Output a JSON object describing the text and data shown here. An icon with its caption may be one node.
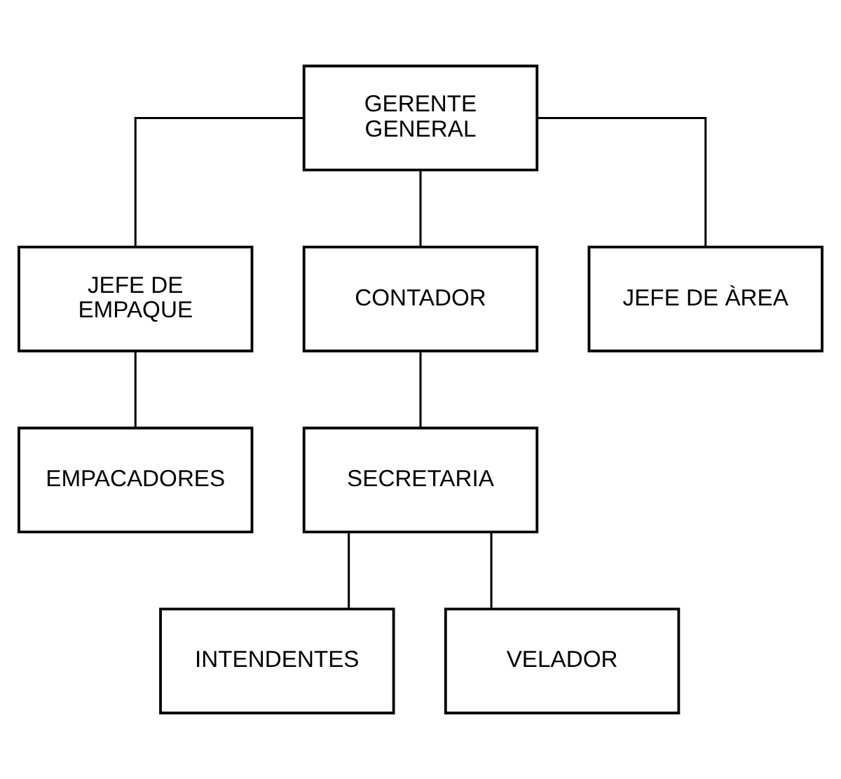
{
  "diagram": {
    "nodes": [
      {
        "text": [
          "GERENTE GENERAL"
        ]
      },
      {
        "text": [
          "JEFE DE EMPAQUE"
        ]
      },
      {
        "text": [
          "CONTADOR"
        ]
      },
      {
        "text": [
          "JEFE DE ÀREA"
        ]
      },
      {
        "text": [
          "EMPACADORES"
        ]
      },
      {
        "text": [
          "SECRETARIA"
        ]
      },
      {
        "text": [
          "INTENDENTES"
        ]
      },
      {
        "text": [
          "VELADOR"
        ]
      }
    ],
    "edges": [
      {
        "from": 0,
        "to": 1,
        "arrow": "none"
      },
      {
        "from": 0,
        "to": 2,
        "arrow": "none"
      },
      {
        "from": 0,
        "to": 3,
        "arrow": "none"
      },
      {
        "from": 1,
        "to": 4,
        "arrow": "none"
      },
      {
        "from": 2,
        "to": 5,
        "arrow": "none"
      },
      {
        "from": 5,
        "to": 6,
        "arrow": "none"
      },
      {
        "from": 5,
        "to": 7,
        "arrow": "none"
      }
    ]
  }
}
